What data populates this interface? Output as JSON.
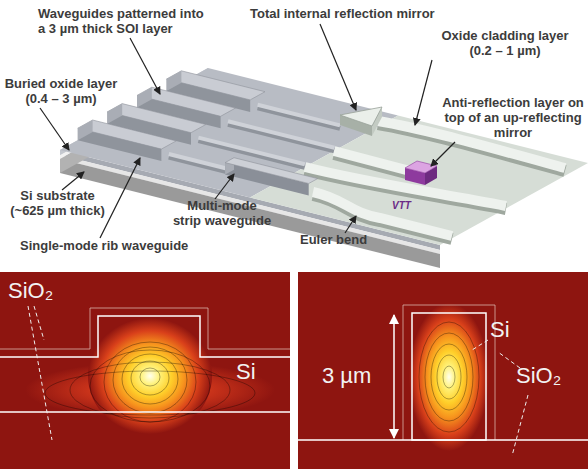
{
  "diagram": {
    "labels": [
      "Waveguides patterned into a 3 µm thick SOI layer",
      "Total internal reflection mirror",
      "Oxide cladding layer (0.2 – 1 µm)",
      "Buried oxide layer (0.4 – 3 µm)",
      "Anti-reflection layer on top of an up-reflecting mirror",
      "Si substrate (~625 µm thick)",
      "Multi-mode strip waveguide",
      "Euler bend",
      "Single-mode rib waveguide",
      "VTT",
      "SiO₂",
      "Si",
      "3 µm",
      "Si",
      "SiO₂"
    ]
  }
}
